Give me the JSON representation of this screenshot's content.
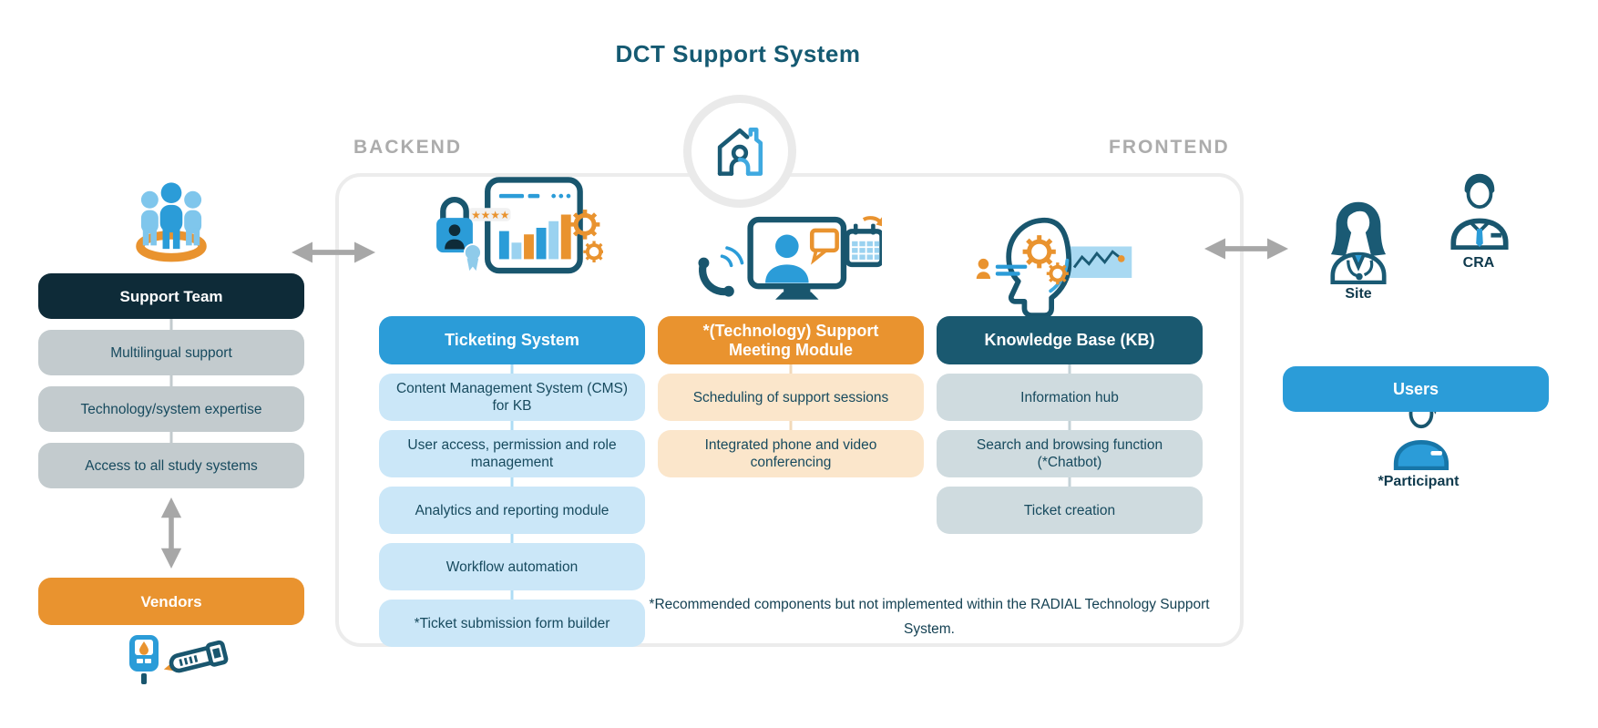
{
  "title": "DCT Support System",
  "zones": {
    "backend": "BACKEND",
    "frontend": "FRONTEND"
  },
  "support_team": {
    "header": "Support Team",
    "items": [
      "Multilingual support",
      "Technology/system expertise",
      "Access to all study systems"
    ]
  },
  "vendors": {
    "header": "Vendors"
  },
  "ticketing": {
    "header": "Ticketing System",
    "items": [
      "Content Management System (CMS) for KB",
      "User access, permission and role management",
      "Analytics and reporting module",
      "Workflow automation",
      "*Ticket submission form builder"
    ]
  },
  "meeting": {
    "header": "*(Technology) Support Meeting Module",
    "items": [
      "Scheduling of support sessions",
      "Integrated phone and video conferencing"
    ]
  },
  "kb": {
    "header": "Knowledge Base (KB)",
    "items": [
      "Information hub",
      "Search and browsing function (*Chatbot)",
      "Ticket creation"
    ]
  },
  "users": {
    "header": "Users",
    "site_label": "Site",
    "cra_label": "CRA",
    "participant_label": "*Participant"
  },
  "footnote": "*Recommended components but not implemented within the RADIAL Technology Support System.",
  "icons": [
    "house-person-icon",
    "people-group-icon",
    "ticketing-dashboard-icon",
    "meeting-video-call-icon",
    "knowledge-head-icon",
    "site-doctor-icon",
    "cra-person-icon",
    "participant-person-icon",
    "glucose-meter-icon",
    "injection-pen-icon",
    "double-arrow-icon"
  ],
  "palette": {
    "primary_blue": "#2b9cd8",
    "light_blue": "#9ad2f0",
    "pale_blue_item": "#cbe7f8",
    "orange": "#e9932f",
    "pale_peach_item": "#fbe6cb",
    "navy": "#0e2b38",
    "kb_teal": "#1a5970",
    "gray_item": "#c3cbce",
    "kb_item": "#cfdbdf",
    "border_gray": "#ececec",
    "zone_label_gray": "#acacac",
    "arrow_gray": "#a7a7a7",
    "title_teal": "#155a72"
  }
}
